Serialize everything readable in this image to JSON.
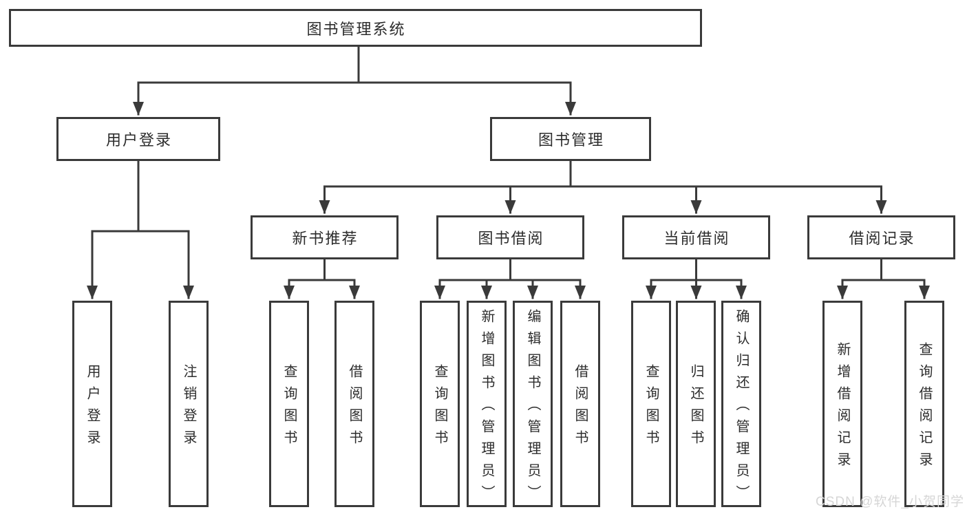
{
  "tree": {
    "root": {
      "label": "图书管理系统",
      "children": [
        {
          "label": "用户登录",
          "children": [
            {
              "label": "用户登录"
            },
            {
              "label": "注销登录"
            }
          ]
        },
        {
          "label": "图书管理",
          "children": [
            {
              "label": "新书推荐",
              "children": [
                {
                  "label": "查询图书"
                },
                {
                  "label": "借阅图书"
                }
              ]
            },
            {
              "label": "图书借阅",
              "children": [
                {
                  "label": "查询图书"
                },
                {
                  "label": "新增图书（管理员）"
                },
                {
                  "label": "编辑图书（管理员）"
                },
                {
                  "label": "借阅图书"
                }
              ]
            },
            {
              "label": "当前借阅",
              "children": [
                {
                  "label": "查询图书"
                },
                {
                  "label": "归还图书"
                },
                {
                  "label": "确认归还（管理员）"
                }
              ]
            },
            {
              "label": "借阅记录",
              "children": [
                {
                  "label": "新增借阅记录"
                },
                {
                  "label": "查询借阅记录"
                }
              ]
            }
          ]
        }
      ]
    }
  },
  "watermark": {
    "text": "CSDN @软件_小贺同学"
  },
  "colors": {
    "line": "#3a3a3a",
    "text": "#2c2c2c",
    "background": "#ffffff",
    "watermark_text": "#d6d6d6"
  }
}
